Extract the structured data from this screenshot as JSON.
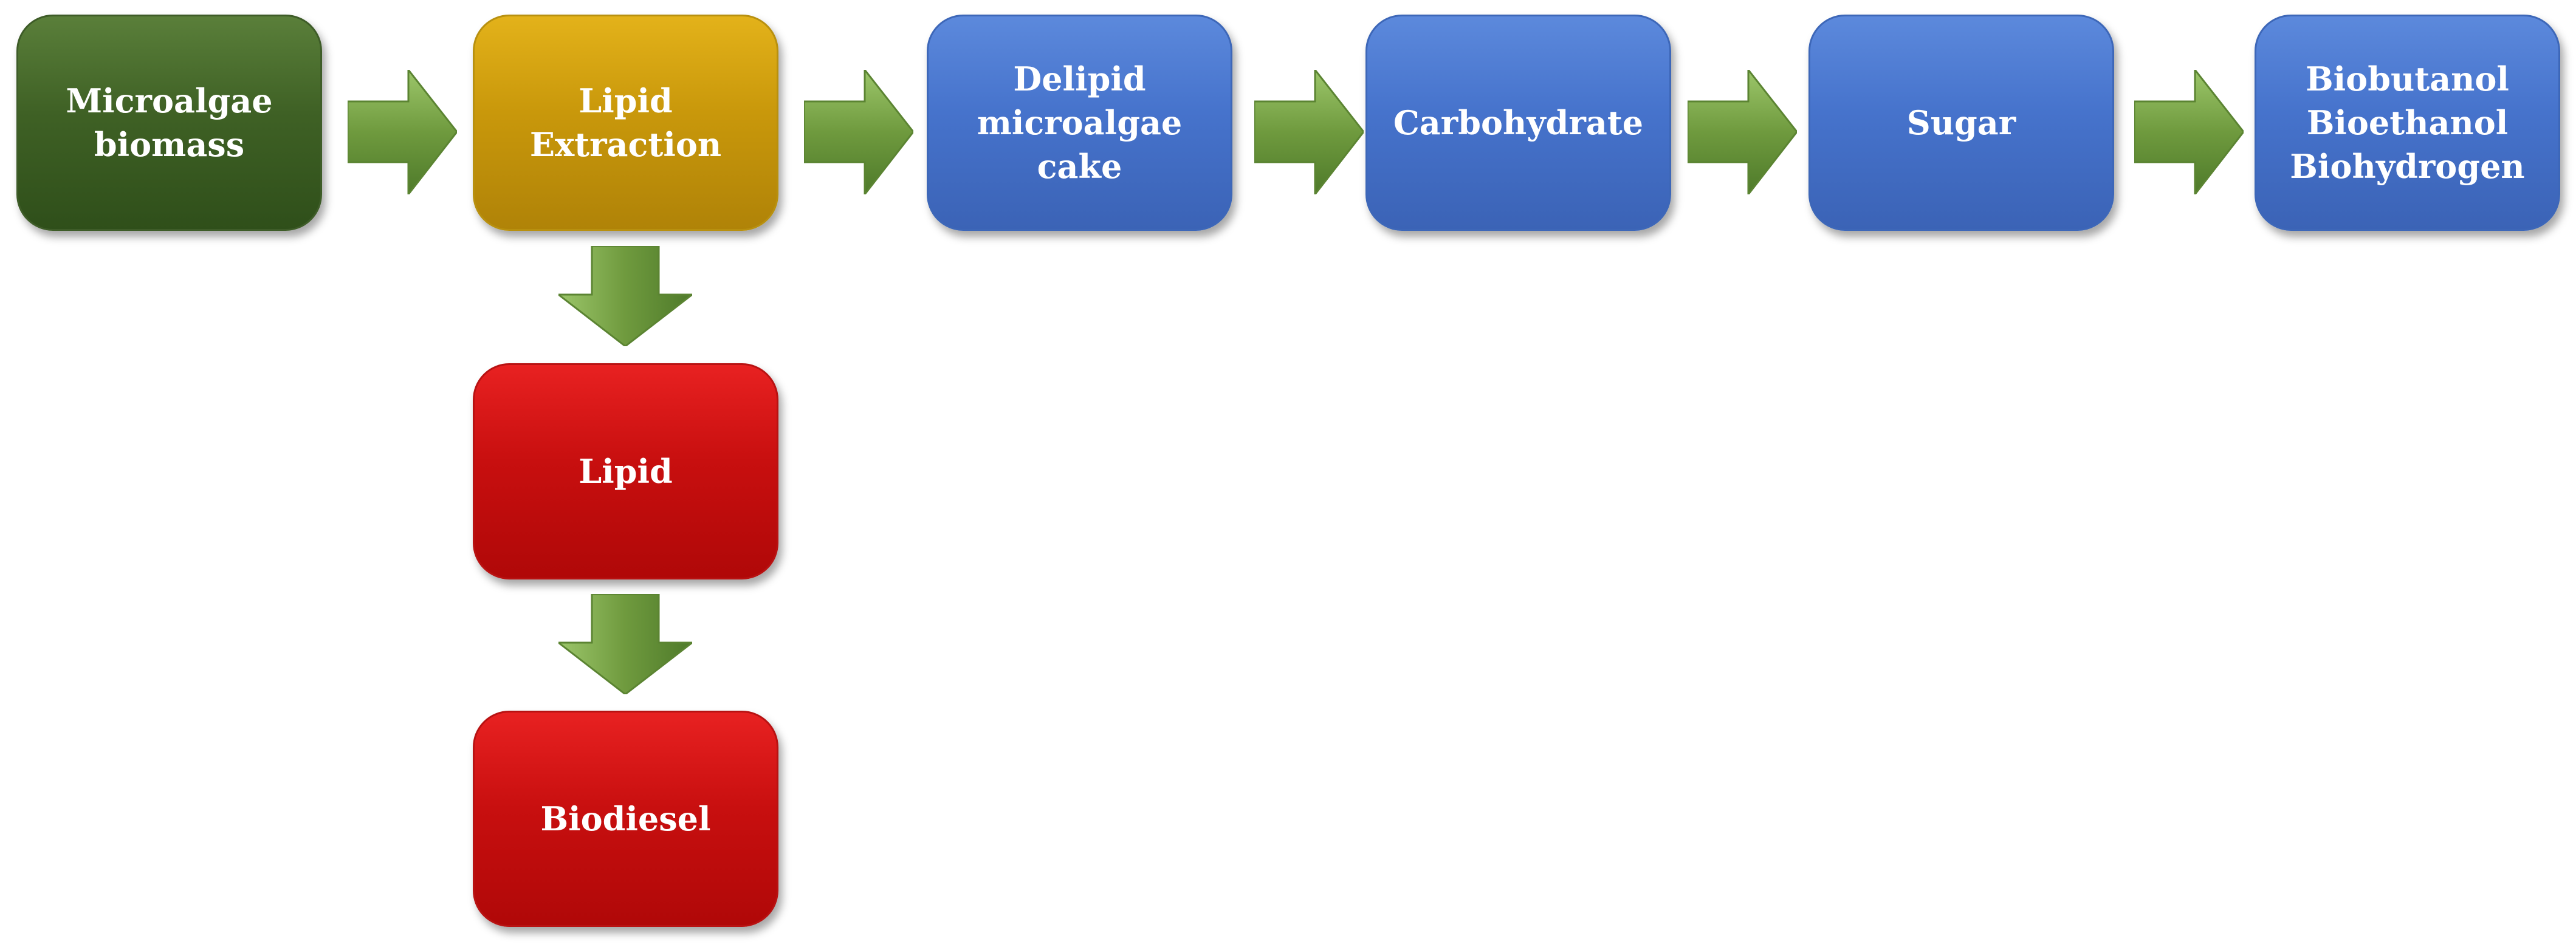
{
  "diagram": {
    "nodes": {
      "microalgae_biomass": "Microalgae\nbiomass",
      "lipid_extraction": "Lipid\nExtraction",
      "delipid_cake": "Delipid\nmicroalgae\ncake",
      "carbohydrate": "Carbohydrate",
      "sugar": "Sugar",
      "biofuels": "Biobutanol\nBioethanol\nBiohydrogen",
      "lipid": "Lipid",
      "biodiesel": "Biodiesel"
    },
    "colors": {
      "feedstock": "#3f6125",
      "extraction": "#c9980b",
      "carbohydrate_path": "#4673cc",
      "lipid_path": "#c80f0f",
      "arrow": "#6f9a3e"
    },
    "edges": [
      [
        "microalgae_biomass",
        "lipid_extraction"
      ],
      [
        "lipid_extraction",
        "delipid_cake"
      ],
      [
        "delipid_cake",
        "carbohydrate"
      ],
      [
        "carbohydrate",
        "sugar"
      ],
      [
        "sugar",
        "biofuels"
      ],
      [
        "lipid_extraction",
        "lipid"
      ],
      [
        "lipid",
        "biodiesel"
      ]
    ]
  }
}
